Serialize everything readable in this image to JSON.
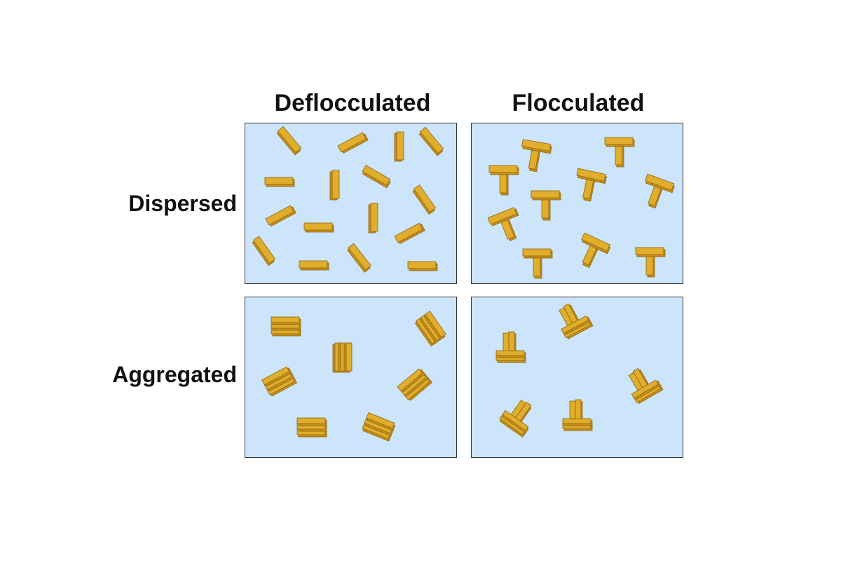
{
  "columns": {
    "deflocculated": "Deflocculated",
    "flocculated": "Flocculated"
  },
  "rows": {
    "dispersed": "Dispersed",
    "aggregated": "Aggregated"
  },
  "colors": {
    "panel_background": "#cce5fb",
    "particle_top": "#e0ae2c",
    "particle_side": "#c8901a",
    "particle_edge": "#8c6410"
  }
}
